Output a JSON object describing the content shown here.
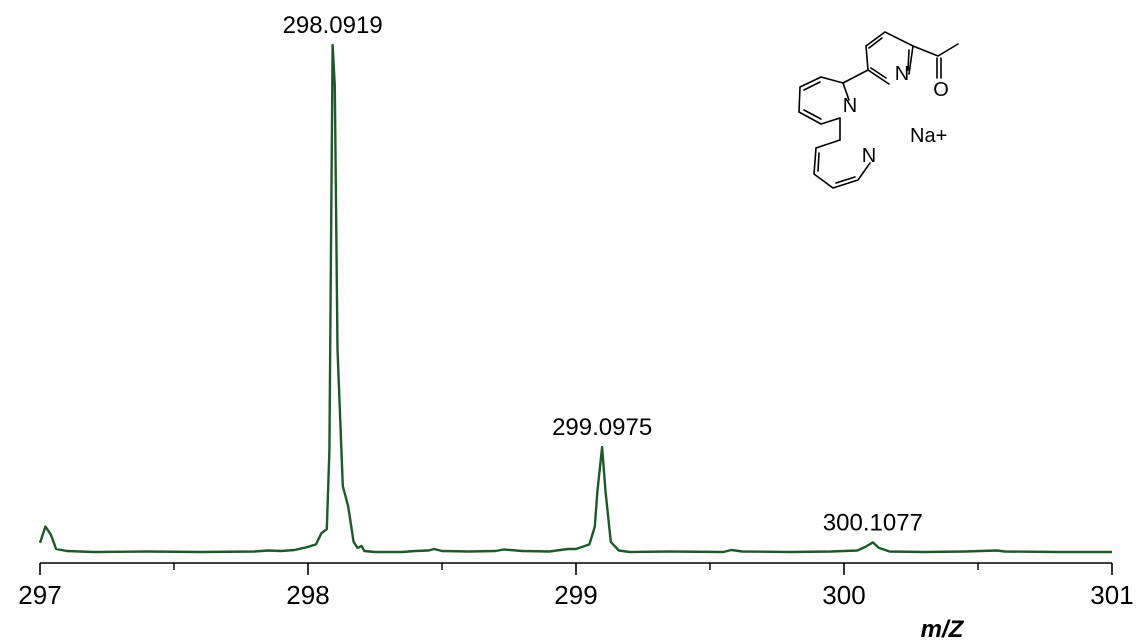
{
  "chart_data": {
    "type": "line",
    "title": "",
    "xlabel": "m/Z",
    "ylabel": "",
    "xlim": [
      297,
      301
    ],
    "ylim": [
      0,
      100
    ],
    "grid": false,
    "legend": "none",
    "line_color": "#1d5a2a",
    "x_ticks": [
      {
        "value": 297,
        "label": "297"
      },
      {
        "value": 298,
        "label": "298"
      },
      {
        "value": 299,
        "label": "299"
      },
      {
        "value": 300,
        "label": "300"
      },
      {
        "value": 301,
        "label": "301"
      }
    ],
    "x_minor_ticks": [
      297.5,
      298.5,
      299.5,
      300.5
    ],
    "peak_labels": [
      {
        "x": 298.0919,
        "y": 100,
        "text": "298.0919"
      },
      {
        "x": 299.0975,
        "y": 20.7,
        "text": "299.0975"
      },
      {
        "x": 300.1077,
        "y": 1.9,
        "text": "300.1077"
      }
    ],
    "series": [
      {
        "points": [
          [
            297.0,
            1.8
          ],
          [
            297.02,
            5.0
          ],
          [
            297.04,
            3.5
          ],
          [
            297.06,
            0.6
          ],
          [
            297.1,
            0.2
          ],
          [
            297.2,
            0.0
          ],
          [
            297.4,
            0.1
          ],
          [
            297.6,
            0.0
          ],
          [
            297.8,
            0.1
          ],
          [
            297.85,
            0.3
          ],
          [
            297.9,
            0.2
          ],
          [
            297.95,
            0.4
          ],
          [
            298.0,
            1.0
          ],
          [
            298.03,
            1.5
          ],
          [
            298.05,
            3.7
          ],
          [
            298.07,
            4.5
          ],
          [
            298.08,
            20.0
          ],
          [
            298.085,
            55.0
          ],
          [
            298.0919,
            100.0
          ],
          [
            298.1,
            92.0
          ],
          [
            298.11,
            40.0
          ],
          [
            298.13,
            13.0
          ],
          [
            298.15,
            9.0
          ],
          [
            298.17,
            2.0
          ],
          [
            298.185,
            0.8
          ],
          [
            298.2,
            1.2
          ],
          [
            298.21,
            0.2
          ],
          [
            298.25,
            0.0
          ],
          [
            298.35,
            0.0
          ],
          [
            298.4,
            0.2
          ],
          [
            298.45,
            0.3
          ],
          [
            298.47,
            0.6
          ],
          [
            298.5,
            0.2
          ],
          [
            298.6,
            0.1
          ],
          [
            298.7,
            0.2
          ],
          [
            298.73,
            0.5
          ],
          [
            298.8,
            0.2
          ],
          [
            298.9,
            0.1
          ],
          [
            298.97,
            0.6
          ],
          [
            299.0,
            0.6
          ],
          [
            299.05,
            1.5
          ],
          [
            299.07,
            5.0
          ],
          [
            299.08,
            12.0
          ],
          [
            299.0975,
            20.7
          ],
          [
            299.11,
            12.0
          ],
          [
            299.13,
            2.0
          ],
          [
            299.16,
            0.3
          ],
          [
            299.2,
            0.0
          ],
          [
            299.35,
            0.1
          ],
          [
            299.55,
            0.0
          ],
          [
            299.58,
            0.4
          ],
          [
            299.62,
            0.1
          ],
          [
            299.8,
            0.0
          ],
          [
            299.95,
            0.1
          ],
          [
            300.05,
            0.3
          ],
          [
            300.08,
            1.0
          ],
          [
            300.1077,
            1.9
          ],
          [
            300.13,
            0.8
          ],
          [
            300.17,
            0.1
          ],
          [
            300.3,
            0.0
          ],
          [
            300.45,
            0.1
          ],
          [
            300.57,
            0.3
          ],
          [
            300.6,
            0.1
          ],
          [
            300.8,
            0.0
          ],
          [
            301.0,
            0.0
          ]
        ]
      }
    ]
  },
  "structure": {
    "atoms": [
      "N",
      "N",
      "N",
      "O"
    ],
    "note": "Na+"
  }
}
